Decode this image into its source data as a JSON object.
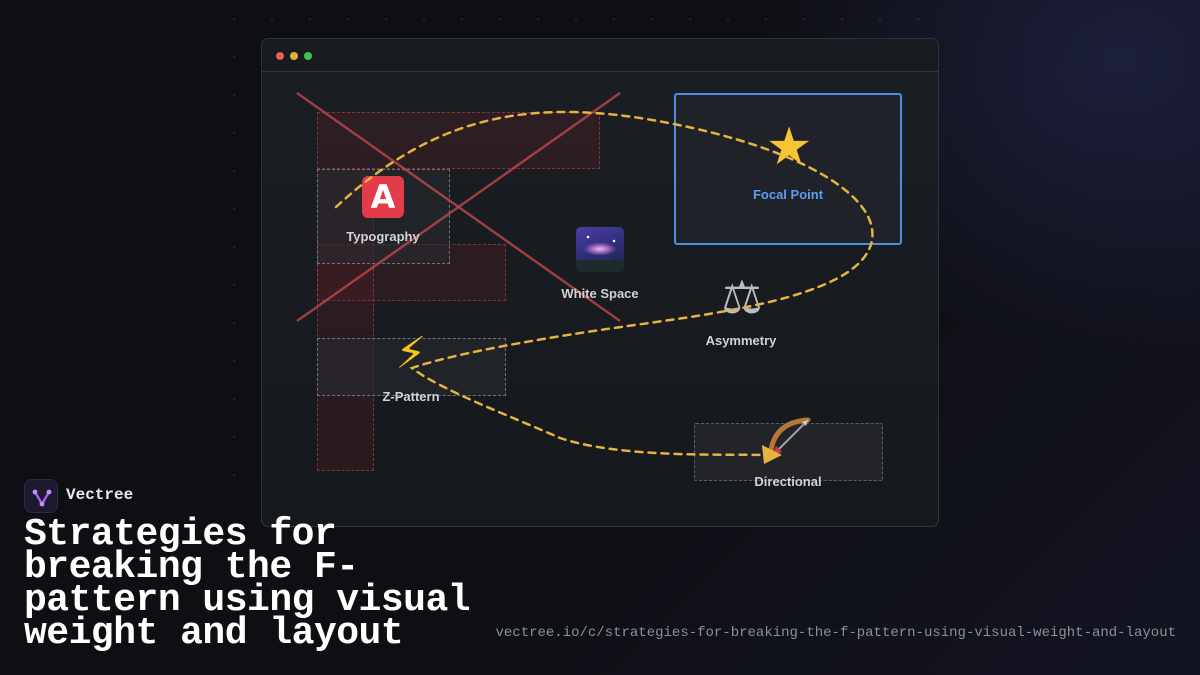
{
  "diagram": {
    "nodes": [
      {
        "id": "typography",
        "label": "Typography",
        "icon": "letter-a-button-icon"
      },
      {
        "id": "white-space",
        "label": "White Space",
        "icon": "galaxy-icon"
      },
      {
        "id": "focal-point",
        "label": "Focal Point",
        "icon": "glowing-star-icon"
      },
      {
        "id": "asymmetry",
        "label": "Asymmetry",
        "icon": "balance-scale-icon"
      },
      {
        "id": "z-pattern",
        "label": "Z-Pattern",
        "icon": "lightning-bolt-icon"
      },
      {
        "id": "directional",
        "label": "Directional",
        "icon": "bow-and-arrow-icon"
      }
    ],
    "icons": {
      "typography": "A",
      "focal": "★",
      "scale": "⚖",
      "bolt": "⚡"
    },
    "colors": {
      "f_zone": "#c84a4f",
      "path": "#e6b341",
      "focal_border": "#4e8fe0",
      "focal_label": "#5d9cf0"
    }
  },
  "window": {
    "controls": [
      "close",
      "minimize",
      "maximize"
    ]
  },
  "brand": {
    "name": "Vectree"
  },
  "headline": "Strategies for breaking the F-pattern using visual weight and layout",
  "url": "vectree.io/c/strategies-for-breaking-the-f-pattern-using-visual-weight-and-layout"
}
